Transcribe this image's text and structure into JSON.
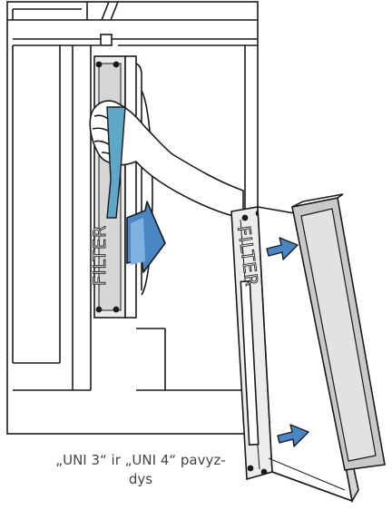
{
  "caption": "„UNI 3“ ir „UNI 4“ pavyz-\ndys",
  "filter_label_main": "FILTER",
  "filter_label_detail": "FILTER",
  "colors": {
    "line": "#1a1a1a",
    "frame_fill": "#ececec",
    "filter_panel": "#c9c9c9",
    "filter_inner": "#e2e2e2",
    "arrow_fill": "#4a86c4",
    "arrow_light": "#7fb2e0",
    "strap_fill": "#5ea7c9",
    "background": "#ffffff"
  },
  "icons": [
    "hand-icon",
    "pull-strap-icon",
    "slide-out-arrow-icon",
    "insert-arrow-icon"
  ]
}
